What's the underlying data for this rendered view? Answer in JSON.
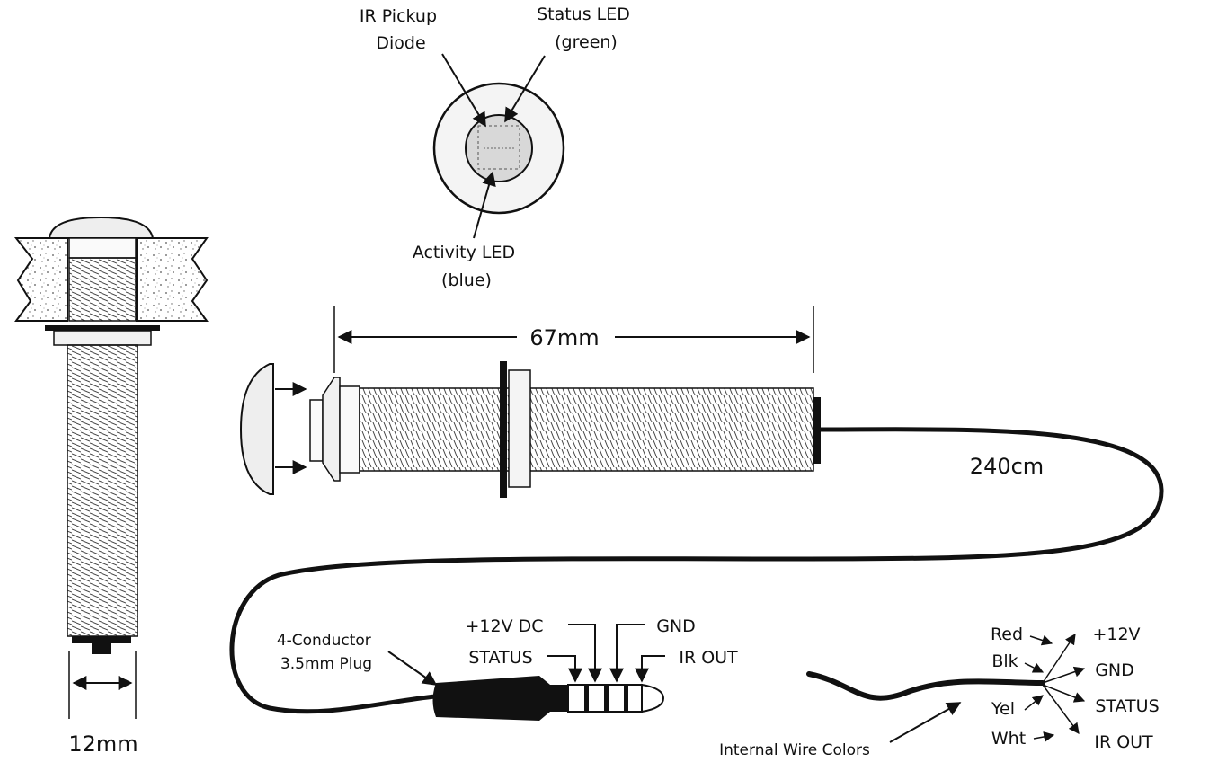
{
  "labels": {
    "ir_pickup_diode": [
      "IR Pickup",
      "Diode"
    ],
    "status_led": [
      "Status LED",
      "(green)"
    ],
    "activity_led": [
      "Activity LED",
      "(blue)"
    ],
    "length": "67mm",
    "cable_length": "240cm",
    "diameter": "12mm",
    "plug": [
      "4-Conductor",
      "3.5mm Plug"
    ],
    "plug_pins": {
      "v12": "+12V DC",
      "status": "STATUS",
      "gnd": "GND",
      "ir_out": "IR OUT"
    },
    "wire_colors_caption": "Internal Wire Colors",
    "wires": [
      {
        "color": "Red",
        "signal": "+12V"
      },
      {
        "color": "Blk",
        "signal": "GND"
      },
      {
        "color": "Yel",
        "signal": "STATUS"
      },
      {
        "color": "Wht",
        "signal": "IR OUT"
      }
    ]
  }
}
